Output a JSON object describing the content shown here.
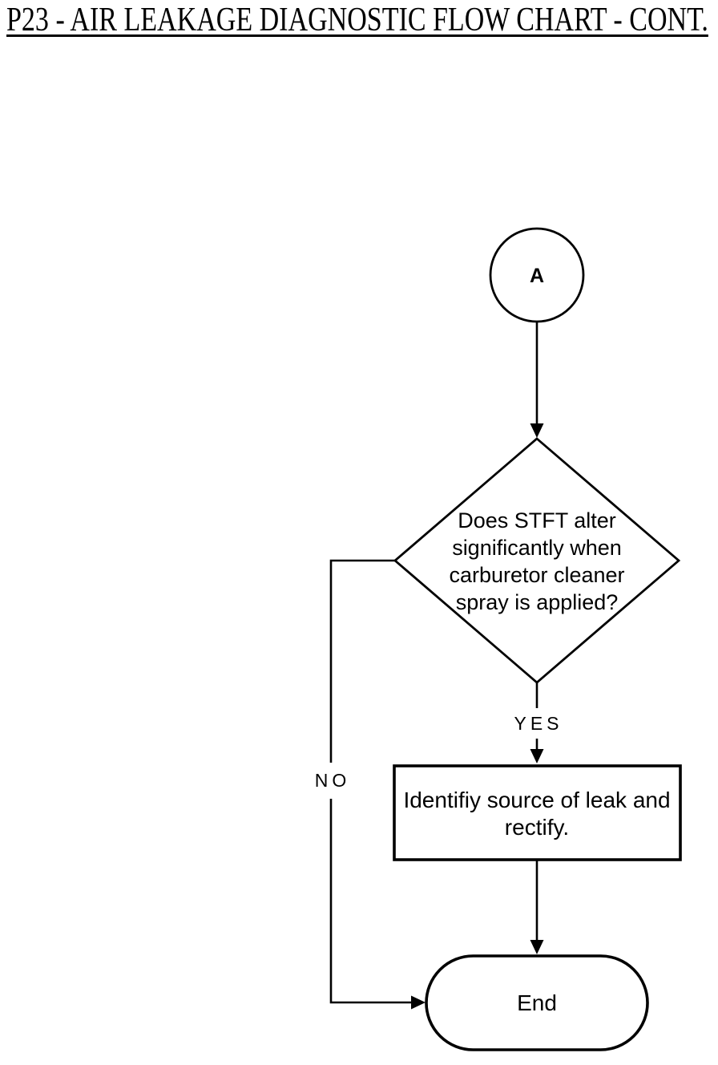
{
  "title": "P23 - AIR LEAKAGE DIAGNOSTIC FLOW CHART - CONT.",
  "flowchart": {
    "connector_label": "A",
    "decision_lines": [
      "Does STFT alter",
      "significantly when",
      "carburetor cleaner",
      "spray is applied?"
    ],
    "yes_label": "YES",
    "no_label": "NO",
    "process_lines": [
      "Identifiy source of leak and",
      "rectify."
    ],
    "end_label": "End",
    "colors": {
      "ink": "#000000",
      "paper": "#ffffff"
    }
  }
}
